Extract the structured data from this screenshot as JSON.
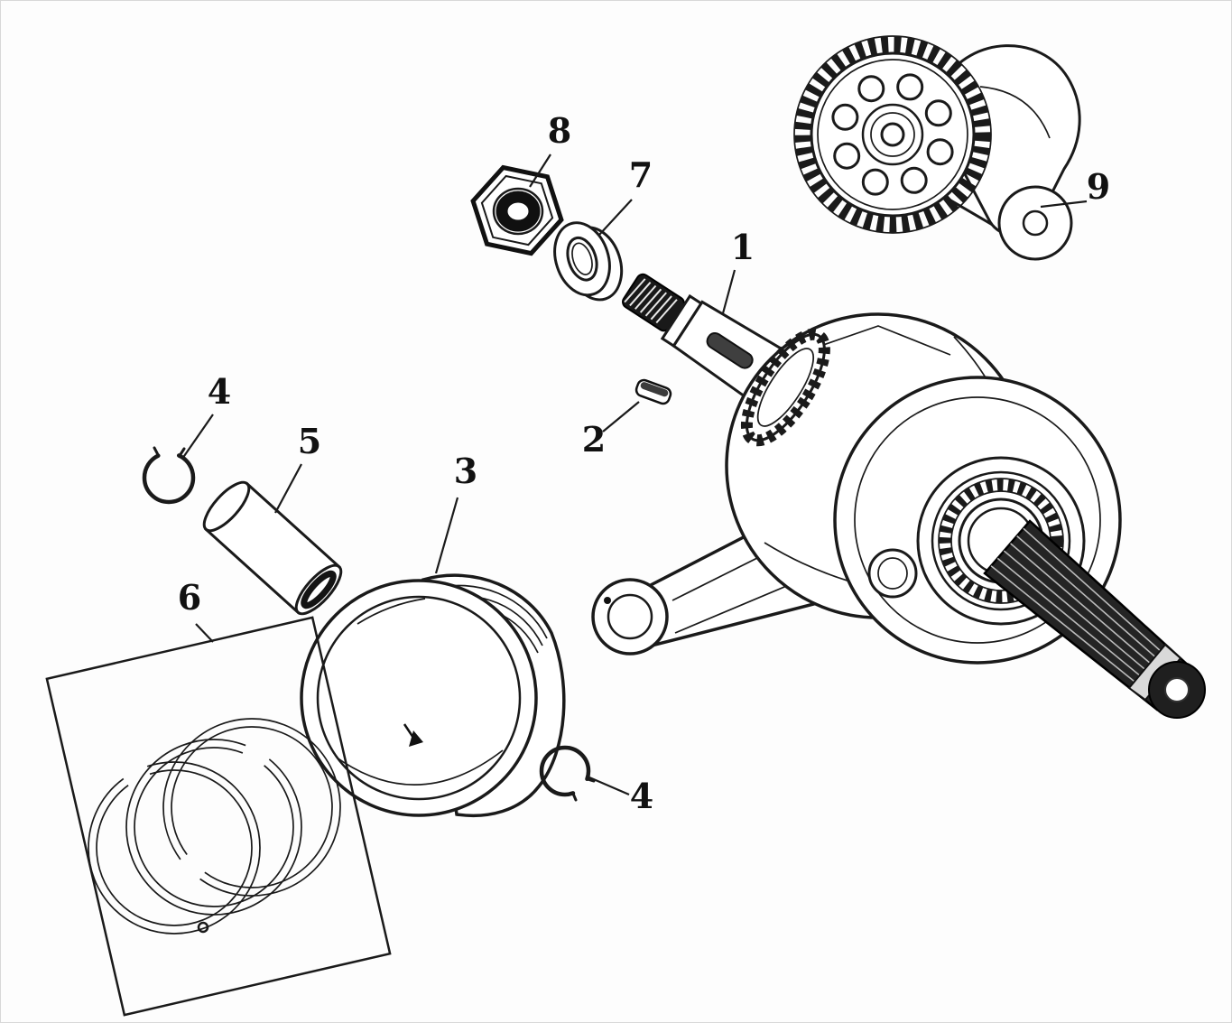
{
  "page": {
    "kind": "exploded-parts-diagram",
    "colors": {
      "ink": "#1a1a1a",
      "paper": "#ffffff",
      "dark_fill": "#242424"
    }
  },
  "callouts": [
    {
      "text": "1"
    },
    {
      "text": "2"
    },
    {
      "text": "3"
    },
    {
      "text": "4"
    },
    {
      "text": "4"
    },
    {
      "text": "5"
    },
    {
      "text": "6"
    },
    {
      "text": "7"
    },
    {
      "text": "8"
    },
    {
      "text": "9"
    }
  ],
  "parts": [
    {
      "callout": "1",
      "semantic": "crankshaft-assembly"
    },
    {
      "callout": "2",
      "semantic": "woodruff-key"
    },
    {
      "callout": "3",
      "semantic": "piston"
    },
    {
      "callout": "4",
      "semantic": "piston-pin-circlip"
    },
    {
      "callout": "5",
      "semantic": "piston-pin"
    },
    {
      "callout": "6",
      "semantic": "piston-ring-set"
    },
    {
      "callout": "7",
      "semantic": "washer"
    },
    {
      "callout": "8",
      "semantic": "crankshaft-nut"
    },
    {
      "callout": "9",
      "semantic": "balancer-shaft"
    }
  ]
}
